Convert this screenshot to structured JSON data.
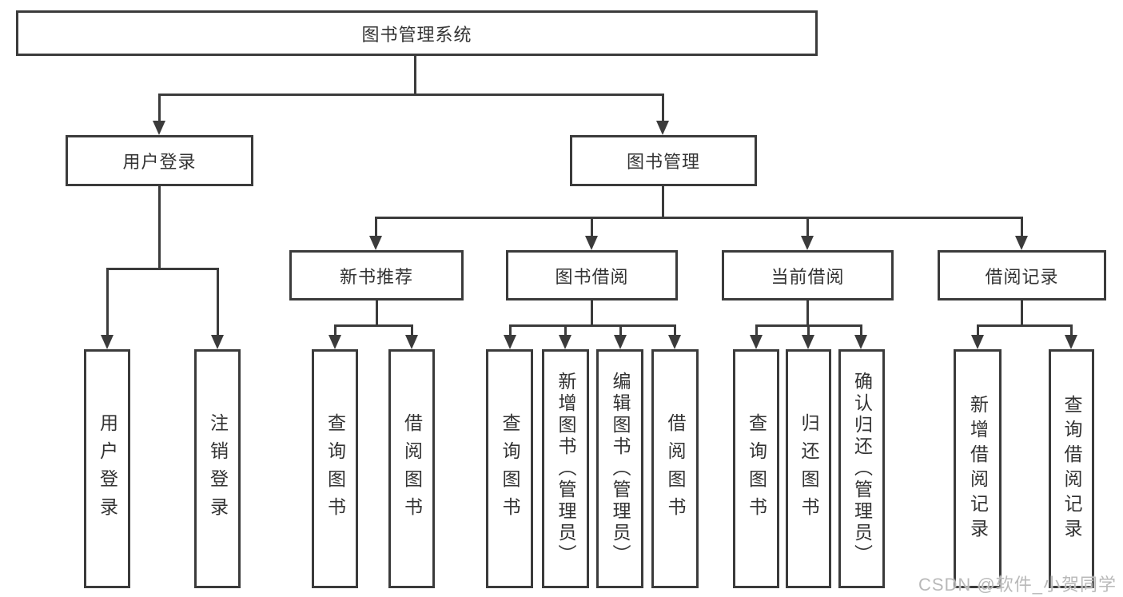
{
  "root": {
    "label": "图书管理系统"
  },
  "user_branch": {
    "label": "用户登录",
    "children": [
      {
        "label": "用户登录"
      },
      {
        "label": "注销登录"
      }
    ]
  },
  "book_branch": {
    "label": "图书管理",
    "groups": [
      {
        "label": "新书推荐",
        "children": [
          {
            "label": "查询图书"
          },
          {
            "label": "借阅图书"
          }
        ]
      },
      {
        "label": "图书借阅",
        "children": [
          {
            "label": "查询图书"
          },
          {
            "label": "新增图书（管理员）"
          },
          {
            "label": "编辑图书（管理员）"
          },
          {
            "label": "借阅图书"
          }
        ]
      },
      {
        "label": "当前借阅",
        "children": [
          {
            "label": "查询图书"
          },
          {
            "label": "归还图书"
          },
          {
            "label": "确认归还（管理员）"
          }
        ]
      },
      {
        "label": "借阅记录",
        "children": [
          {
            "label": "新增借阅记录"
          },
          {
            "label": "查询借阅记录"
          }
        ]
      }
    ]
  },
  "watermark": {
    "text": "CSDN @软件_小贺同学"
  },
  "colors": {
    "line": "#3b3b3b",
    "text": "#333333",
    "watermark": "#b9b9b9",
    "background": "#ffffff"
  }
}
